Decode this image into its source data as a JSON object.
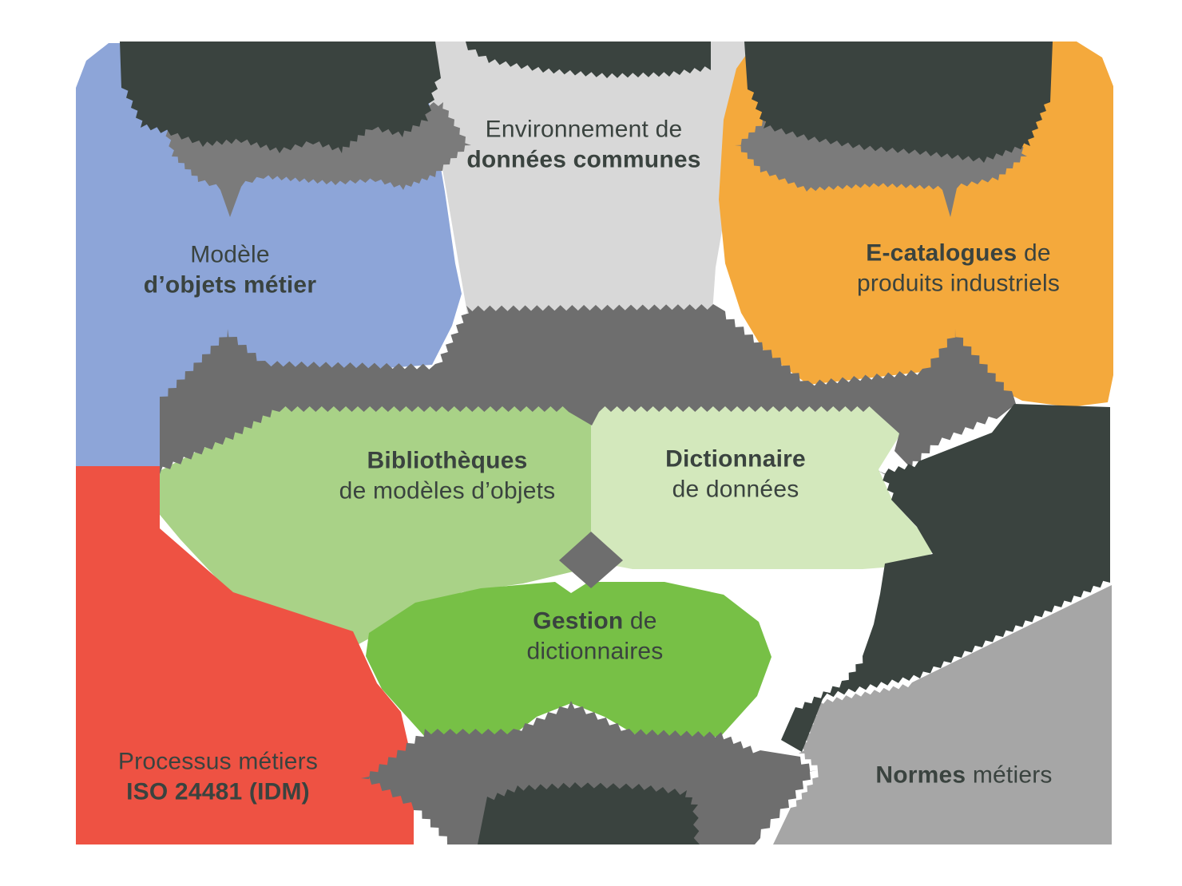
{
  "diagram": {
    "type": "puzzle-architecture-diagram",
    "colors": {
      "background": "#ffffff",
      "band_gray": "#6e6e6e",
      "connector_gray": "#7b7b7b",
      "dark_slate": "#3a433f",
      "text": "#3a433f",
      "blue": "#8da5d8",
      "light_gray": "#d8d8d8",
      "orange": "#f4a93c",
      "green_light": "#a9d287",
      "green_pale": "#d3e8bc",
      "green_bright": "#77c046",
      "red": "#ee5243",
      "gray_piece": "#a6a6a6"
    },
    "pieces": {
      "environnement": {
        "l1": "Environnement de",
        "l2b": "données communes"
      },
      "modele": {
        "l1": "Modèle",
        "l2b": "d’objets métier"
      },
      "ecatalogues": {
        "l1b": "E-catalogues",
        "l1r": " de",
        "l2": "produits industriels"
      },
      "bibliotheques": {
        "l1b": "Bibliothèques",
        "l2": "de modèles d’objets"
      },
      "dictionnaire": {
        "l1b": "Dictionnaire",
        "l2": "de données"
      },
      "gestion": {
        "l1b": "Gestion",
        "l1r": " de",
        "l2": "dictionnaires"
      },
      "processus": {
        "l1": "Processus métiers",
        "l2b": "ISO 24481 (IDM)"
      },
      "normes": {
        "l1b": "Normes",
        "l1r": " métiers"
      }
    }
  }
}
